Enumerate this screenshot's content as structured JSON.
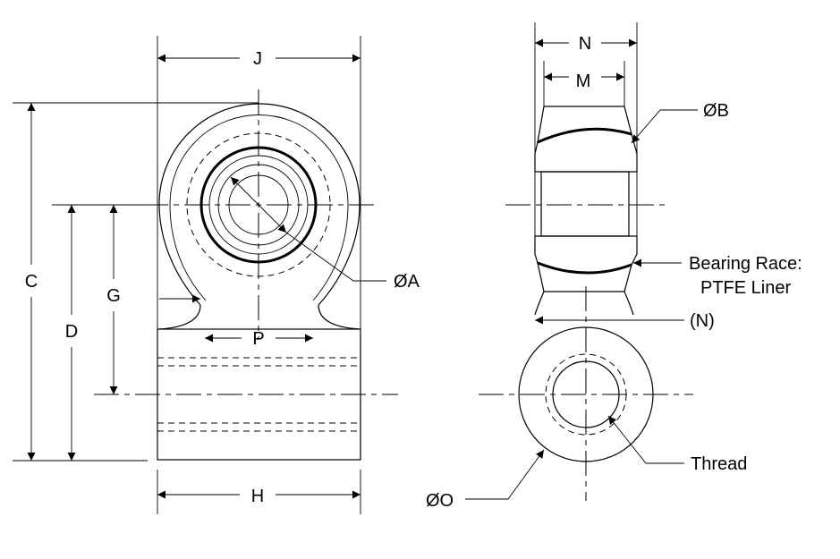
{
  "dimensions": {
    "J": "J",
    "C": "C",
    "D": "D",
    "G": "G",
    "P": "P",
    "H": "H",
    "A": "ØA",
    "N": "N",
    "M": "M",
    "B": "ØB",
    "N_ref": "(N)",
    "O": "ØO"
  },
  "callouts": {
    "bearing_race_line1": "Bearing Race:",
    "bearing_race_line2": "PTFE Liner",
    "thread": "Thread"
  }
}
